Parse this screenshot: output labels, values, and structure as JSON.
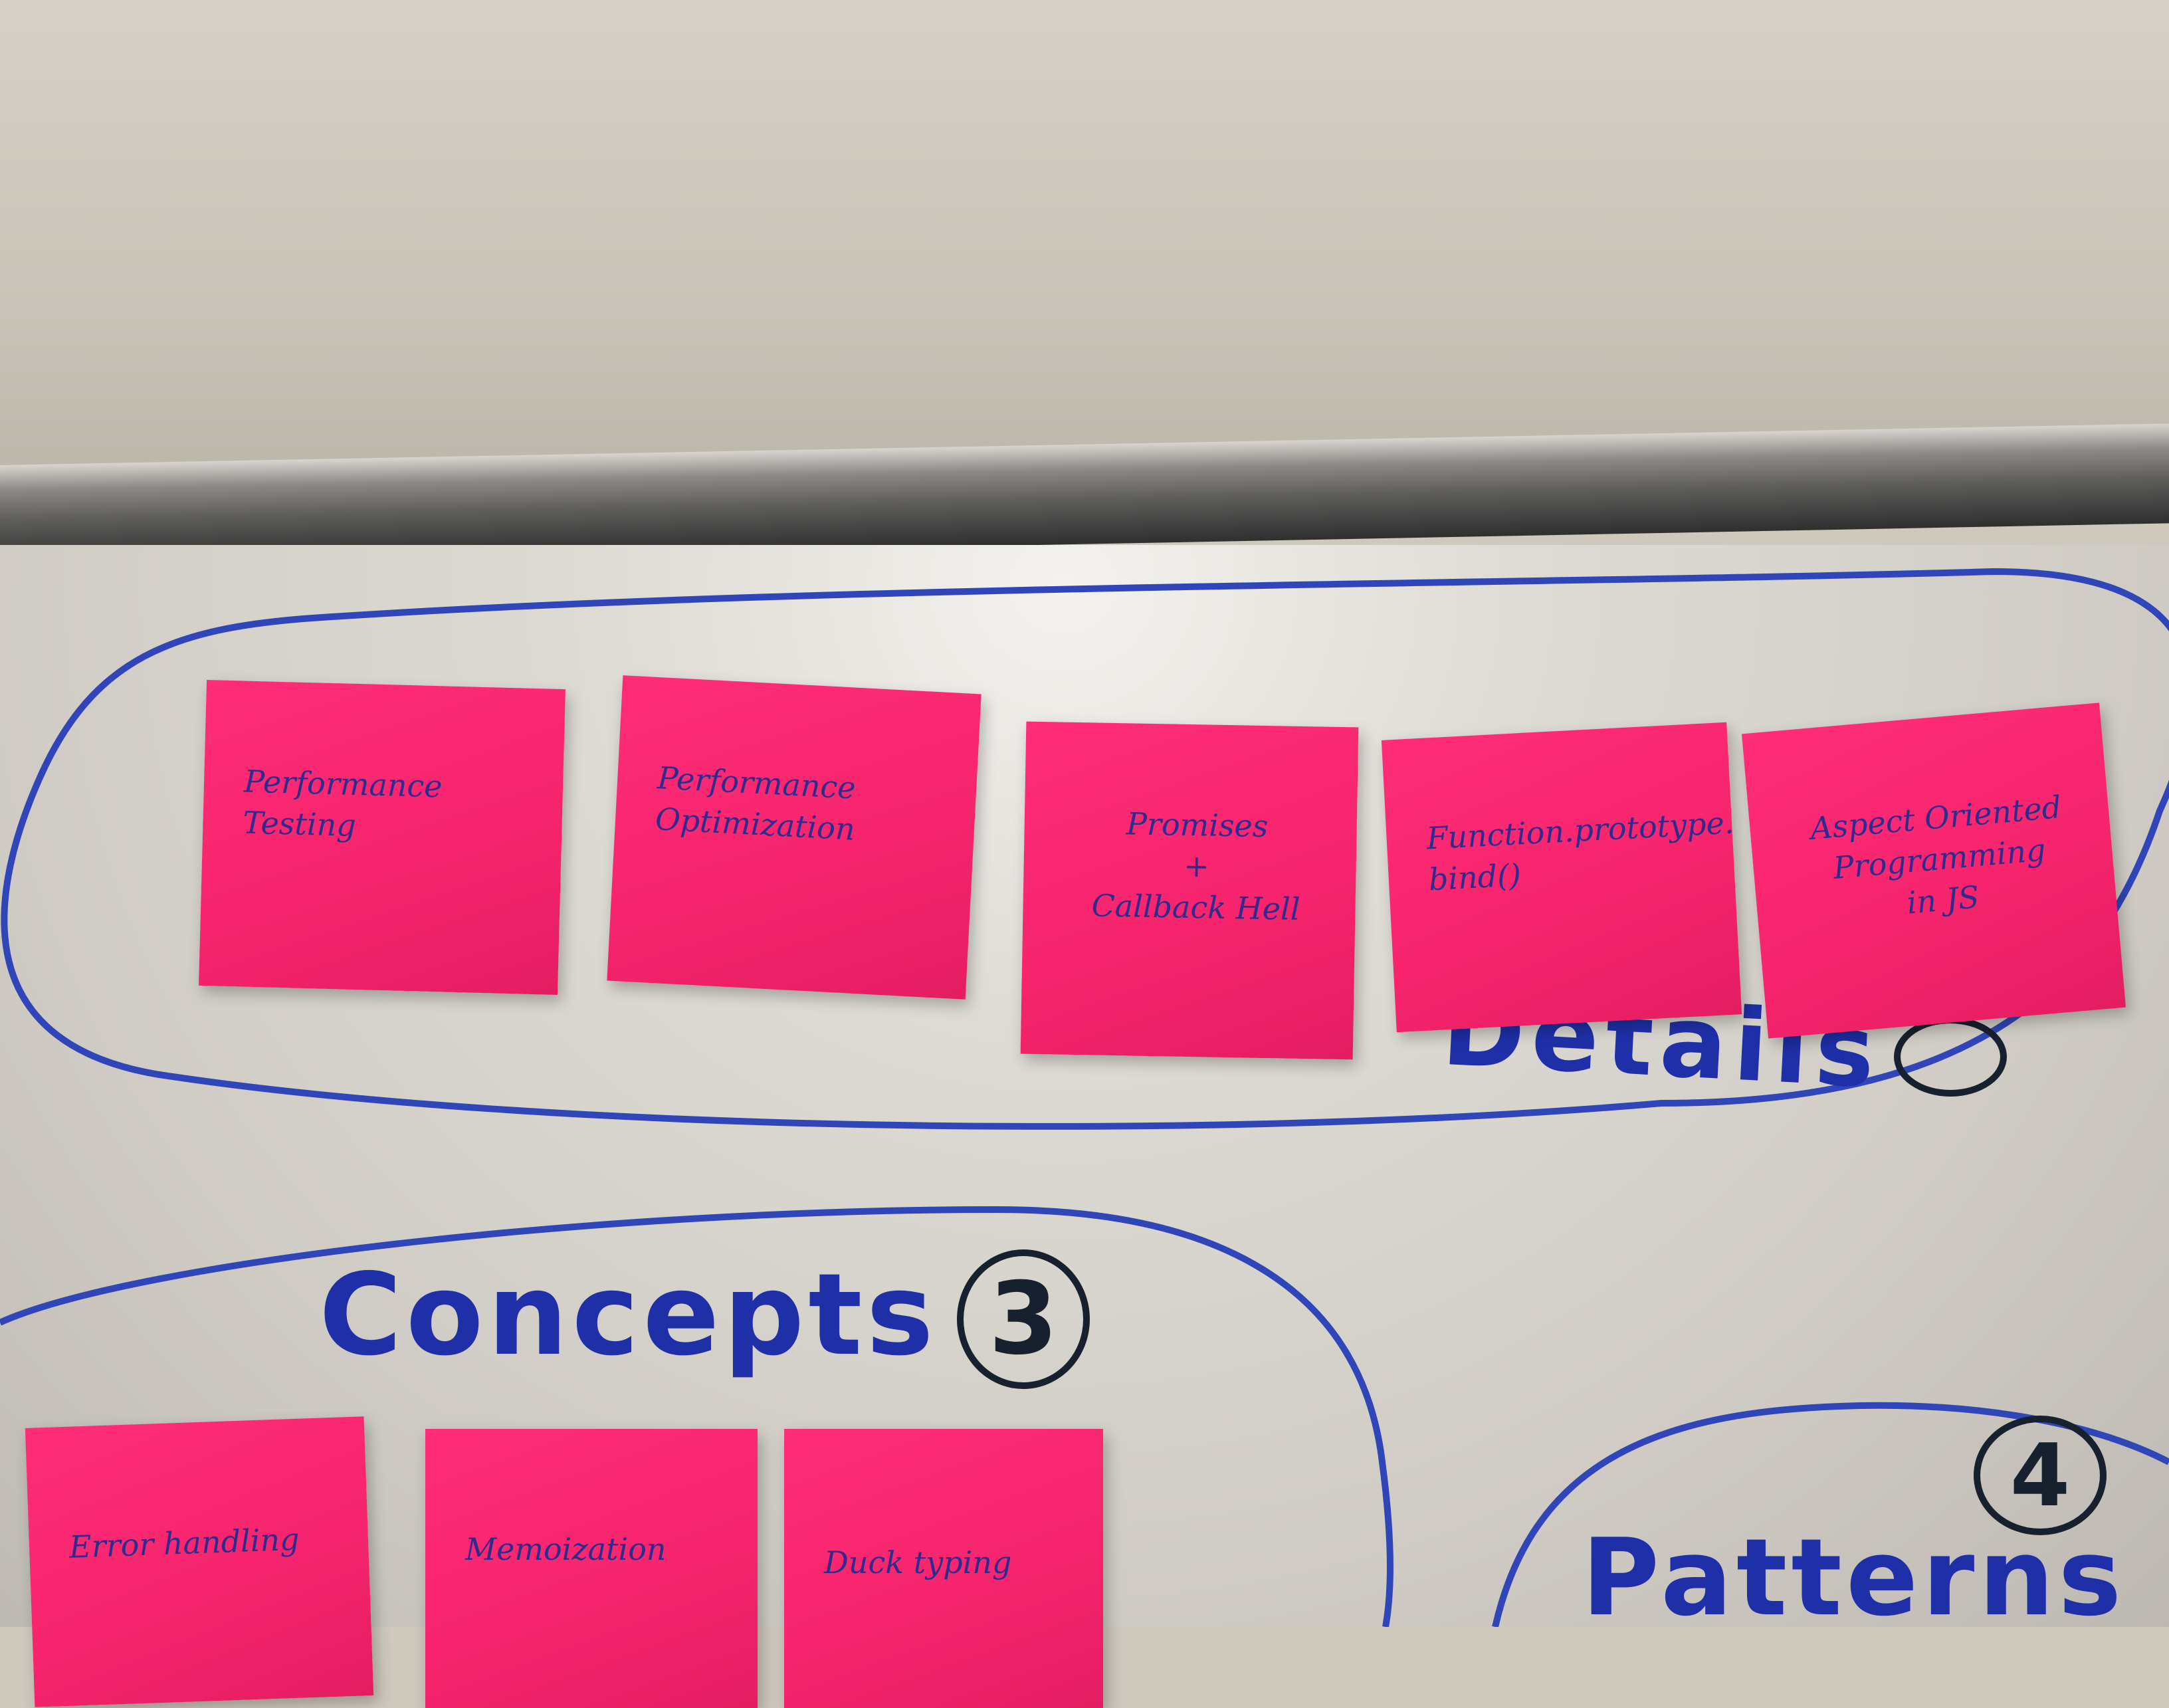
{
  "notes_top": [
    {
      "text": "Performance\nTesting"
    },
    {
      "text": "Performance\nOptimization"
    },
    {
      "text": "Promises\n+\nCallback Hell"
    },
    {
      "text": "Function.prototype.\nbind()"
    },
    {
      "text": "Aspect Oriented\nProgramming\nin JS"
    }
  ],
  "notes_bottom": [
    {
      "text": "Error handling"
    },
    {
      "text": "Memoization"
    },
    {
      "text": "Duck typing"
    }
  ],
  "labels": {
    "details": "Details",
    "concepts": "Concepts",
    "patterns": "Patterns"
  },
  "numbers": {
    "concepts": "3",
    "patterns": "4"
  },
  "colors": {
    "sticky": "#ff2d78",
    "marker_blue": "#1f2fa8",
    "marker_dark": "#17202e"
  }
}
